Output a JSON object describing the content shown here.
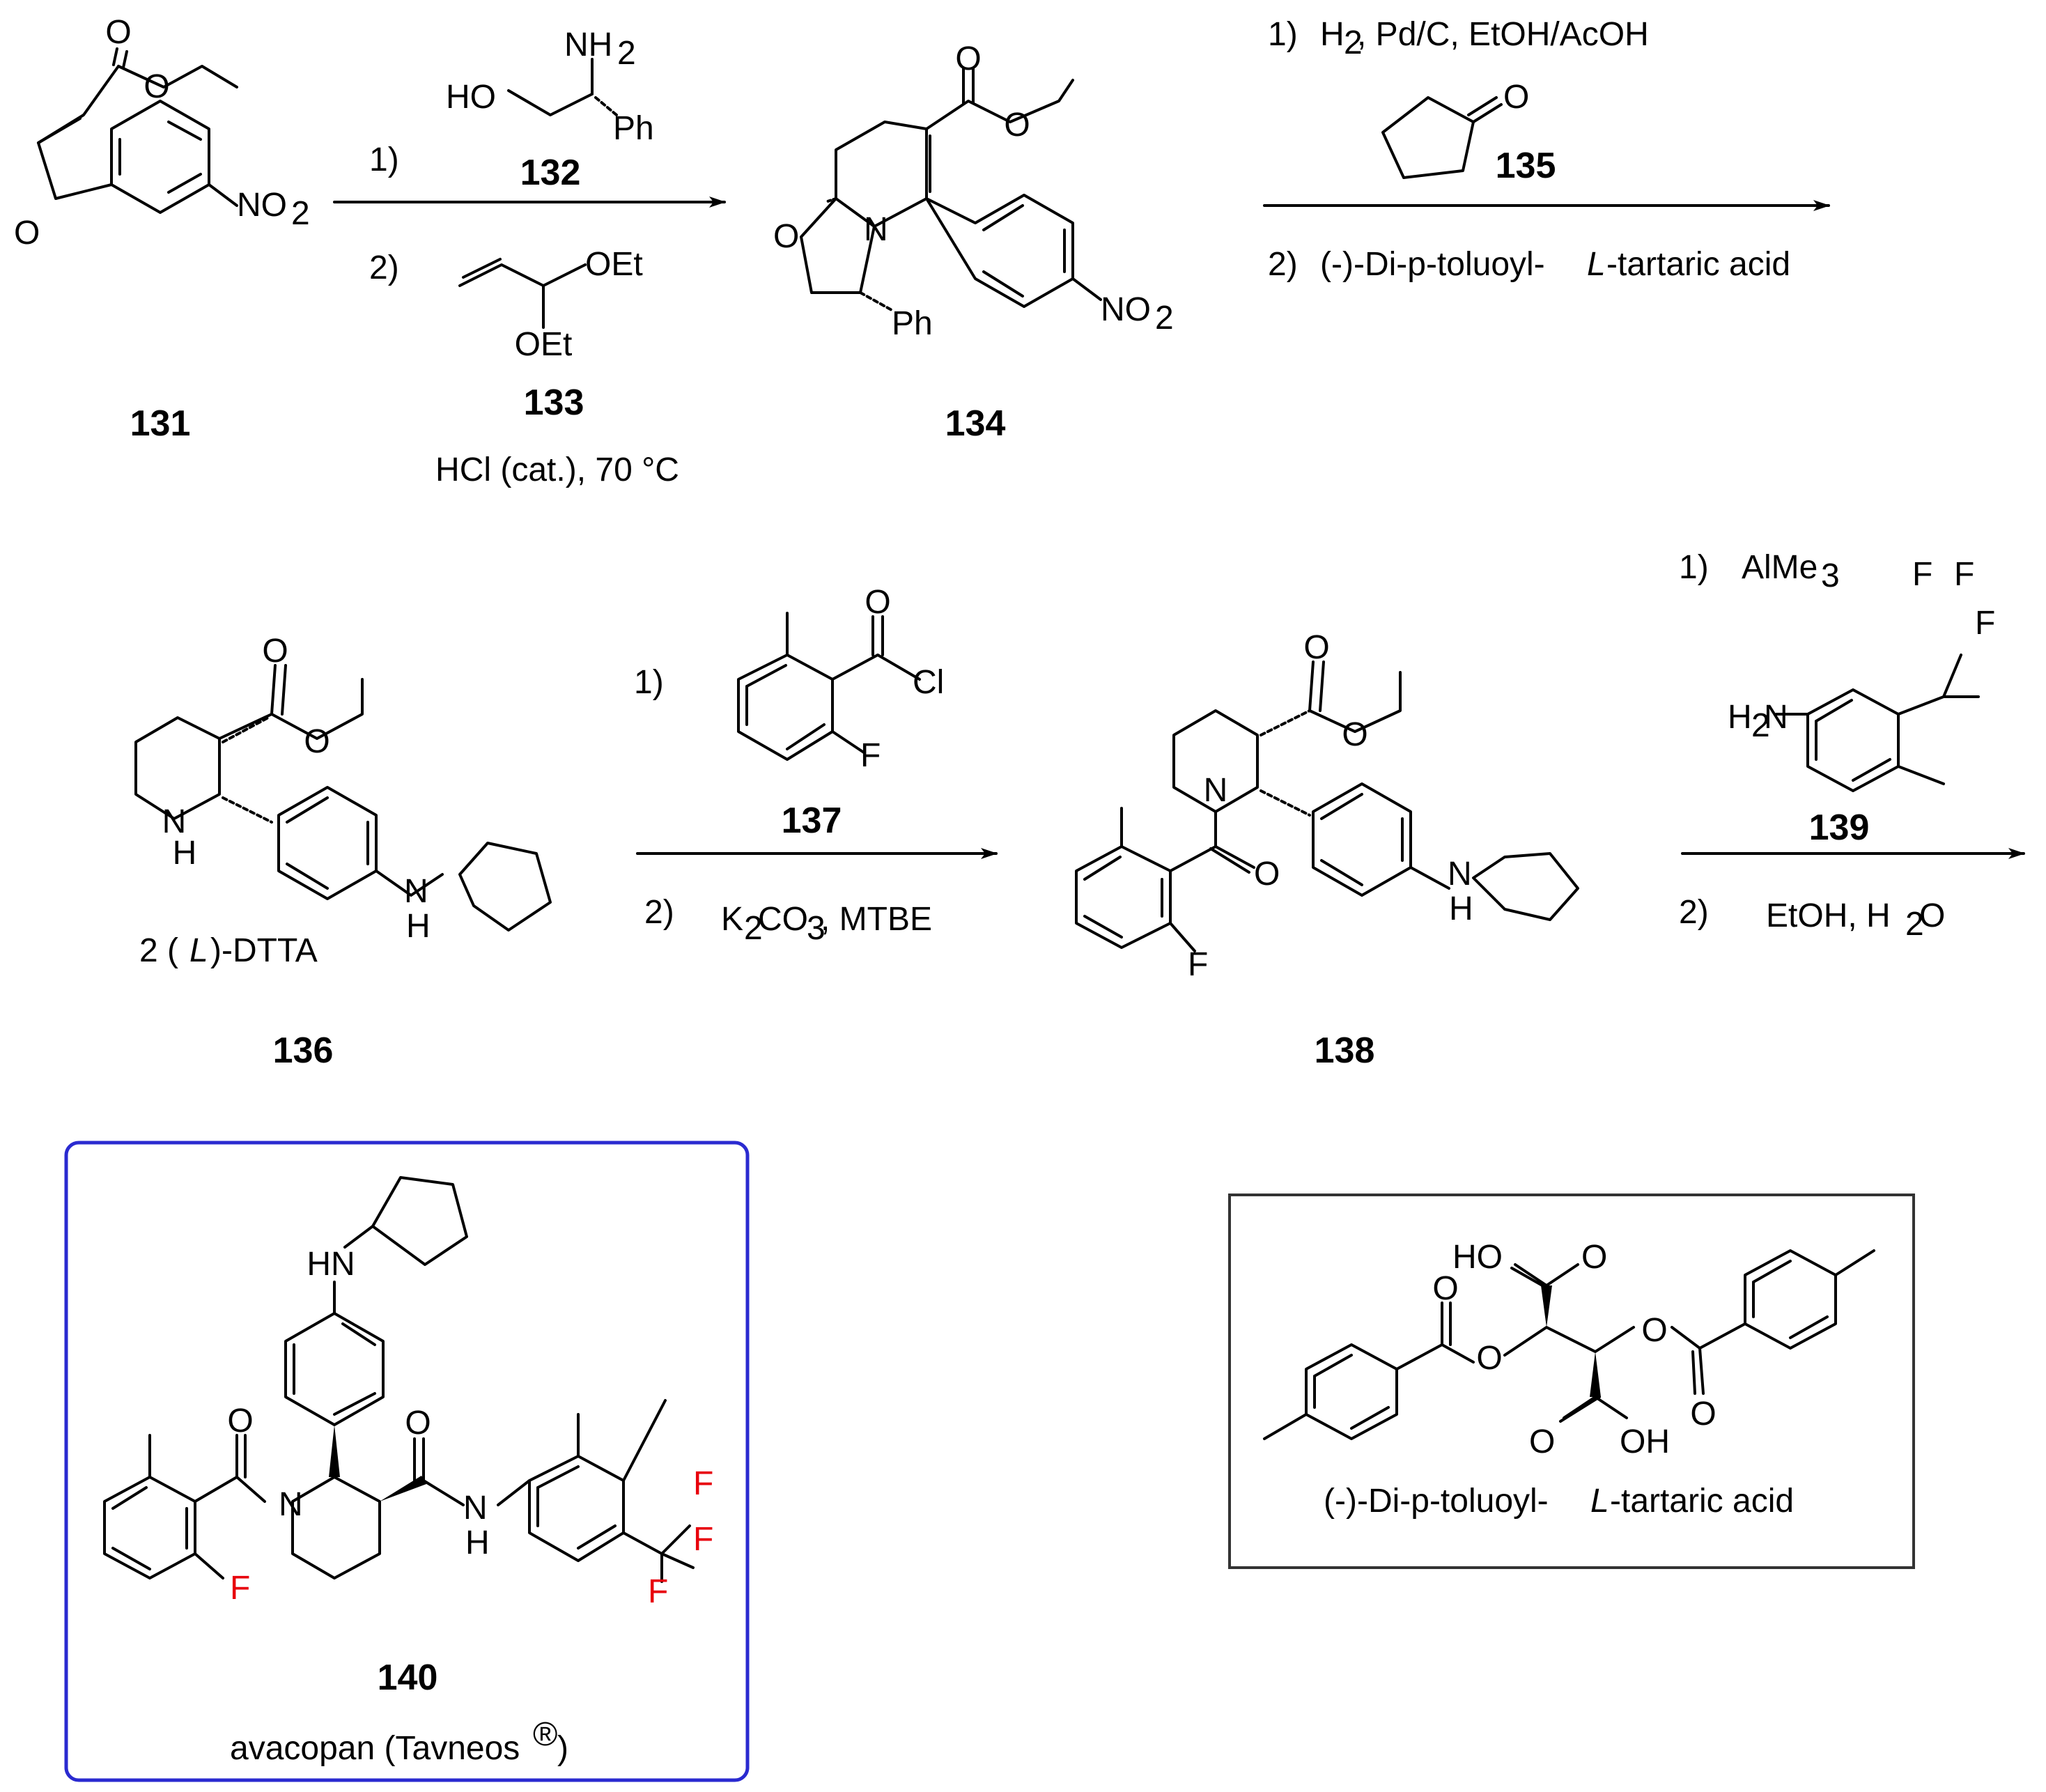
{
  "colors": {
    "highlight_box": "#2a2ad0",
    "neutral_box": "#333333",
    "fluorine_highlight": "#e8000b"
  },
  "compounds": {
    "c131": "131",
    "c132": "132",
    "c133": "133",
    "c134": "134",
    "c135": "135",
    "c136": "136",
    "c137": "137",
    "c138": "138",
    "c139": "139",
    "c140": "140"
  },
  "atoms": {
    "O": "O",
    "N": "N",
    "H": "H",
    "NH": "NH",
    "HN": "HN",
    "NH2": "NH",
    "H2N": "H",
    "sub2": "2",
    "NO2": "NO",
    "Ph": "Ph",
    "HO": "HO",
    "OEt": "OEt",
    "Cl": "Cl",
    "F": "F",
    "OH": "OH"
  },
  "step1": {
    "n1": "1)",
    "n2": "2)",
    "cond": "HCl (cat.), 70 °C"
  },
  "step2": {
    "n1": "1)",
    "r1a": "H",
    "r1b": ", Pd/C, EtOH/AcOH",
    "n2": "2)",
    "r2a": "(-)-Di-p-toluoyl-",
    "r2b": "L",
    "r2c": "-tartaric acid"
  },
  "step3": {
    "n1": "1)",
    "n2": "2)",
    "cond_a": "K",
    "cond_b": "CO",
    "cond_c": "3",
    "cond_d": ", MTBE"
  },
  "step4": {
    "n1": "1)",
    "r1a": "AlMe",
    "r1b": "3",
    "n2": "2)",
    "r2a": "EtOH, H",
    "r2b": "2",
    "r2c": "O"
  },
  "salt": {
    "a": "2 (",
    "b": "L",
    "c": ")-DTTA"
  },
  "product": {
    "name": "avacopan (Tavneos",
    "reg": "®",
    "close": ")"
  },
  "tartaric_box": {
    "a": "(-)-Di-p-toluoyl-",
    "b": "L",
    "c": "-tartaric acid"
  }
}
